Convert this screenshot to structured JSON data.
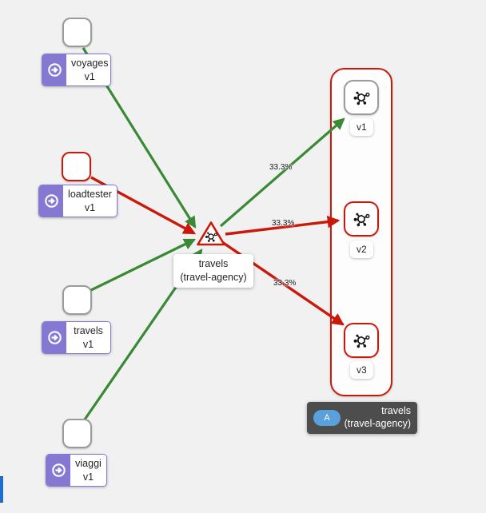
{
  "colors": {
    "edge_green": "#3a8a35",
    "edge_red": "#c9190b",
    "workload_purple": "#8478d2",
    "node_border_gray": "#9b9b9b",
    "tooltip_bg": "#4d4d4d",
    "tooltip_badge_blue": "#59a1dd",
    "background": "#f1f1f2"
  },
  "workloads": [
    {
      "name": "voyages",
      "version": "v1"
    },
    {
      "name": "loadtester",
      "version": "v1"
    },
    {
      "name": "travels",
      "version": "v1"
    },
    {
      "name": "viaggi",
      "version": "v1"
    }
  ],
  "service_node": {
    "name": "travels",
    "namespace_label": "(travel-agency)"
  },
  "versions": [
    {
      "label": "v1"
    },
    {
      "label": "v2"
    },
    {
      "label": "v3"
    }
  ],
  "edge_labels": [
    {
      "label": "33.3%"
    },
    {
      "label": "33.3%"
    },
    {
      "label": "33.3%"
    }
  ],
  "tooltip": {
    "badge": "A",
    "name": "travels",
    "namespace_label": "(travel-agency)"
  }
}
